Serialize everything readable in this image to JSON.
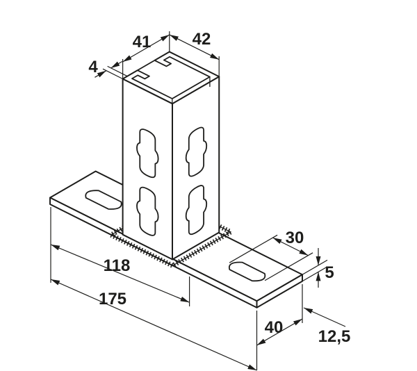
{
  "drawing": {
    "dimensions": {
      "channel_depth": "41",
      "channel_width": "42",
      "wall_thickness": "4",
      "base_slot_length": "30",
      "base_plate_thickness": "5",
      "base_length_partial": "118",
      "base_length_total": "175",
      "base_width": "40",
      "slot_end_distance": "12,5"
    },
    "colors": {
      "line": "#1d1d1b",
      "background": "#ffffff"
    }
  }
}
